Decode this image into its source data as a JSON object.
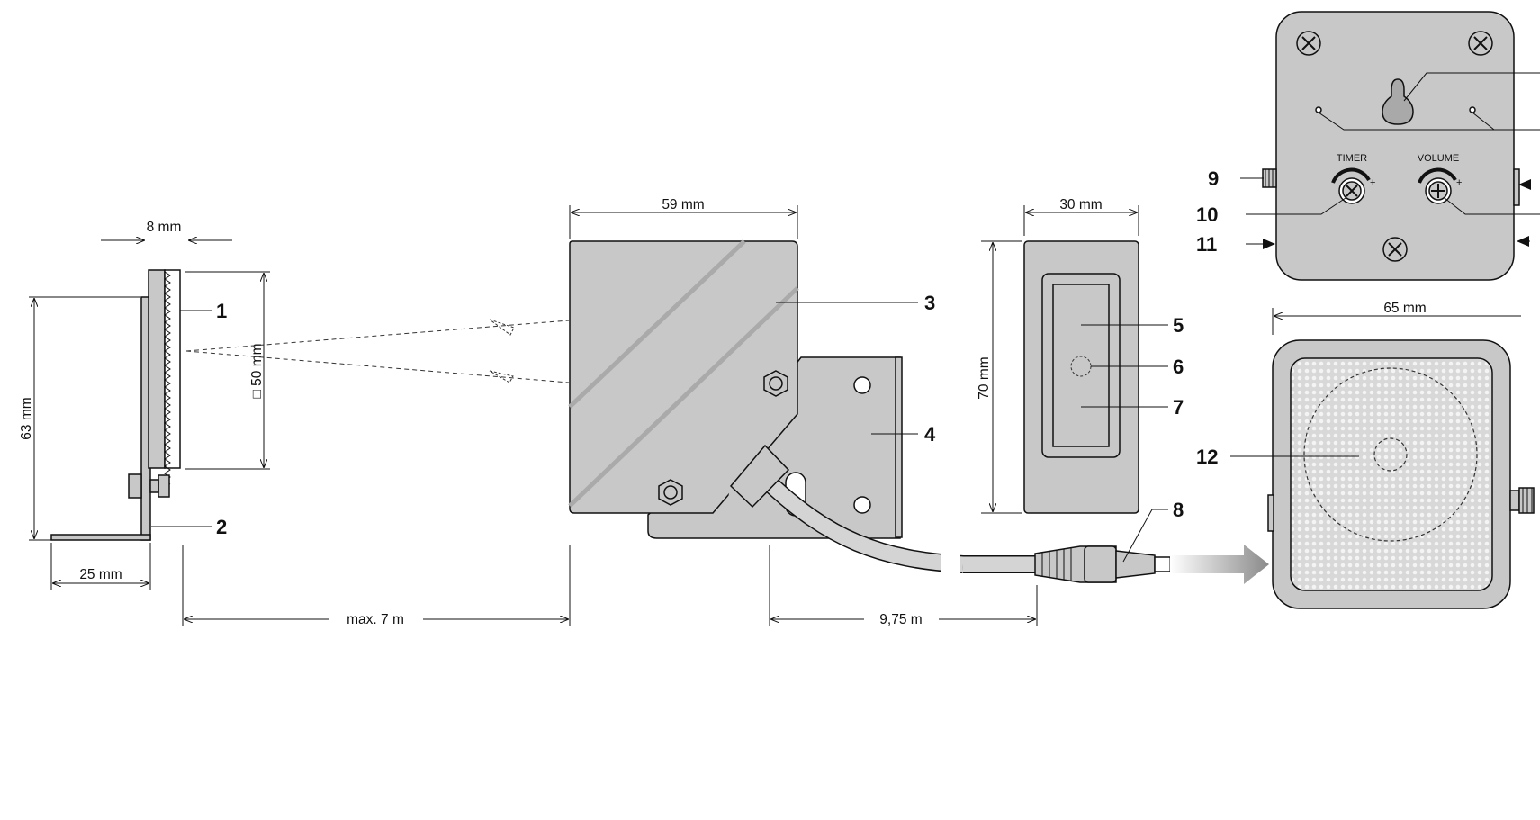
{
  "dimensions": {
    "reflector_thickness": "8 mm",
    "reflector_size": "□ 50 mm",
    "bracket_height": "63 mm",
    "bracket_depth": "25 mm",
    "distance": "max. 7 m",
    "sensor_width": "59 mm",
    "front_width": "30 mm",
    "front_height": "70 mm",
    "cable_length": "9,75 m",
    "speaker_width": "65 mm"
  },
  "callouts": [
    "1",
    "2",
    "3",
    "4",
    "5",
    "6",
    "7",
    "8",
    "9",
    "10",
    "11",
    "12"
  ],
  "controls": {
    "timer": "TIMER",
    "volume": "VOLUME",
    "plus": "+"
  },
  "colors": {
    "gray_fill": "#c8c8c8",
    "speaker_grille": "#d4d4d4",
    "line": "#111111"
  }
}
